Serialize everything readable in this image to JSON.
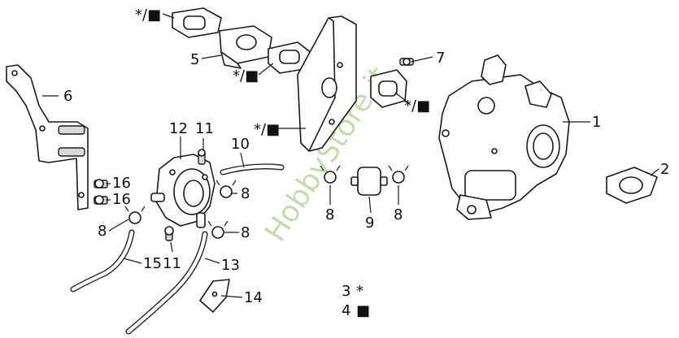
{
  "watermark": "HobbyStore.it",
  "legend": [
    {
      "number": "3",
      "symbol": "*"
    },
    {
      "number": "4",
      "symbol": "■"
    }
  ],
  "callouts": {
    "c1": "1",
    "c2": "2",
    "c5": "5",
    "c6": "6",
    "c7": "7",
    "c8a": "8",
    "c8b": "8",
    "c8c": "8",
    "c8d": "8",
    "c8e": "8",
    "c9": "9",
    "c10": "10",
    "c11a": "11",
    "c11b": "11",
    "c12": "12",
    "c13": "13",
    "c14": "14",
    "c15": "15",
    "c16a": "16",
    "c16b": "16",
    "g1": "*/■",
    "g2": "*/■",
    "g3": "*/■",
    "g4": "*/■"
  }
}
